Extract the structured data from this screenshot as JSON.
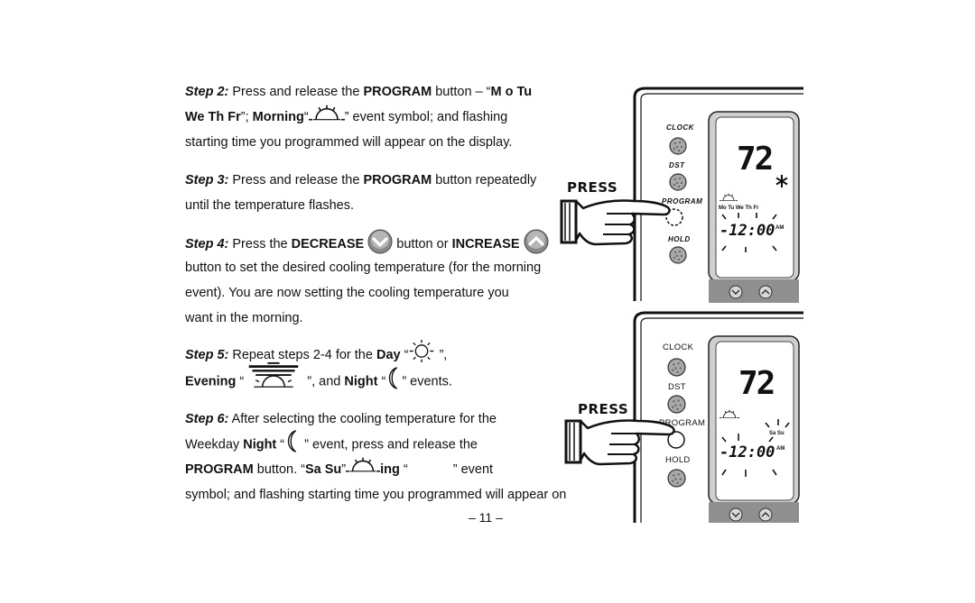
{
  "steps": {
    "step2": {
      "label": "Step 2:",
      "l1_a": "Press and release the ",
      "l1_b": "PROGRAM",
      "l1_c": " button – “",
      "l1_d": "M o Tu",
      "l2_a": "We Th Fr",
      "l2_b": "”; ",
      "l2_c": "Morning",
      "l2_d": "“",
      "l2_e": "” event symbol; and flashing",
      "l3": "starting time you programmed will appear on the display."
    },
    "step3": {
      "label": "Step 3:",
      "l1_a": "Press and release the ",
      "l1_b": "PROGRAM",
      "l1_c": " button repeatedly",
      "l2": "until the temperature flashes."
    },
    "step4": {
      "label": "Step 4:",
      "l1_a": "Press the ",
      "l1_b": "DECREASE",
      "l1_c": " button or ",
      "l1_d": "INCREASE",
      "l2": "button to set the desired cooling temperature (for the morning",
      "l3": "event). You are now setting the cooling temperature you",
      "l4": "want in the morning."
    },
    "step5": {
      "label": "Step 5:",
      "l1_a": "Repeat steps 2-4 for the ",
      "l1_b": "Day",
      "l1_c": " “",
      "l1_d": " ”,",
      "l2_a": "Evening",
      "l2_b": " “",
      "l2_c": " ”, and ",
      "l2_d": "Night",
      "l2_e": " “",
      "l2_f": "” events."
    },
    "step6": {
      "label": "Step 6:",
      "l1": "After selecting the cooling temperature for the",
      "l2_a": "Weekday ",
      "l2_b": "Night",
      "l2_c": " “",
      "l2_d": " ” event, press and release the",
      "l3_a": "PROGRAM",
      "l3_b": " button. “",
      "l3_c": "Sa  Su",
      "l3_d": "”",
      "l3_e": "ing",
      "l3_f": " “",
      "l3_g": "” event",
      "l4": "symbol; and flashing starting time you programmed will appear on"
    }
  },
  "page_number": "– 11 –",
  "figure1": {
    "press": "PRESS",
    "labels": {
      "clock": "CLOCK",
      "dst": "DST",
      "program": "PROGRAM",
      "hold": "HOLD"
    },
    "lcd": {
      "temp": "72",
      "days": "Mo Tu We Th Fr",
      "time": "-12:00",
      "ampm": "AM"
    }
  },
  "figure2": {
    "press": "PRESS",
    "labels": {
      "clock": "CLOCK",
      "dst": "DST",
      "program": "PROGRAM",
      "hold": "HOLD"
    },
    "lcd": {
      "temp": "72",
      "days": "Sa Su",
      "time": "-12:00",
      "ampm": "AM"
    }
  },
  "icons": {
    "morning": "morning-sun-icon",
    "day": "day-sun-icon",
    "evening": "evening-sun-icon",
    "night": "night-moon-icon",
    "decrease": "decrease-chevron-icon",
    "increase": "increase-chevron-icon",
    "hand": "pointing-hand-icon",
    "snowflake": "snowflake-icon"
  },
  "colors": {
    "button_gray": "#9a9a9a",
    "text": "#111111"
  }
}
